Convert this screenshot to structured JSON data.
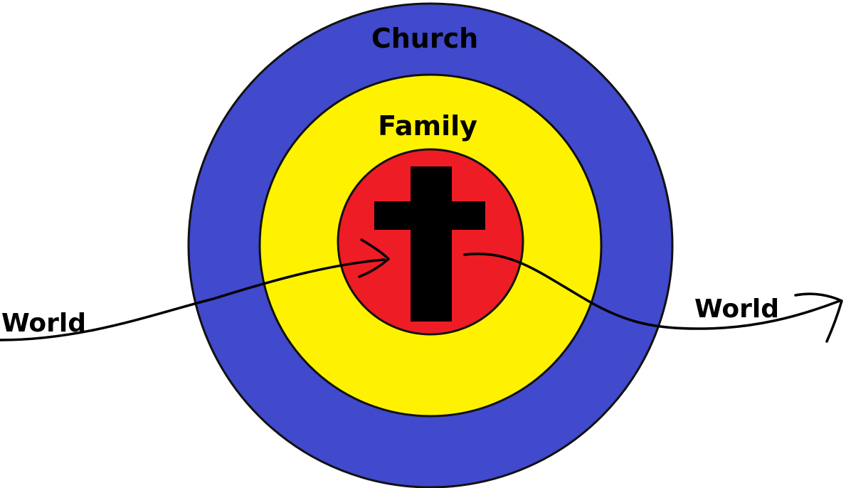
{
  "rings": {
    "outer": {
      "label": "Church",
      "color": "#4149CC"
    },
    "middle": {
      "label": "Family",
      "color": "#FFF200"
    },
    "inner": {
      "label": "",
      "color": "#EE1C24"
    }
  },
  "center_symbol": {
    "icon": "cross-icon",
    "color": "#000000"
  },
  "world_left": {
    "label": "World"
  },
  "world_right": {
    "label": "World"
  },
  "line_color": "#000000",
  "outline_color": "#111111"
}
